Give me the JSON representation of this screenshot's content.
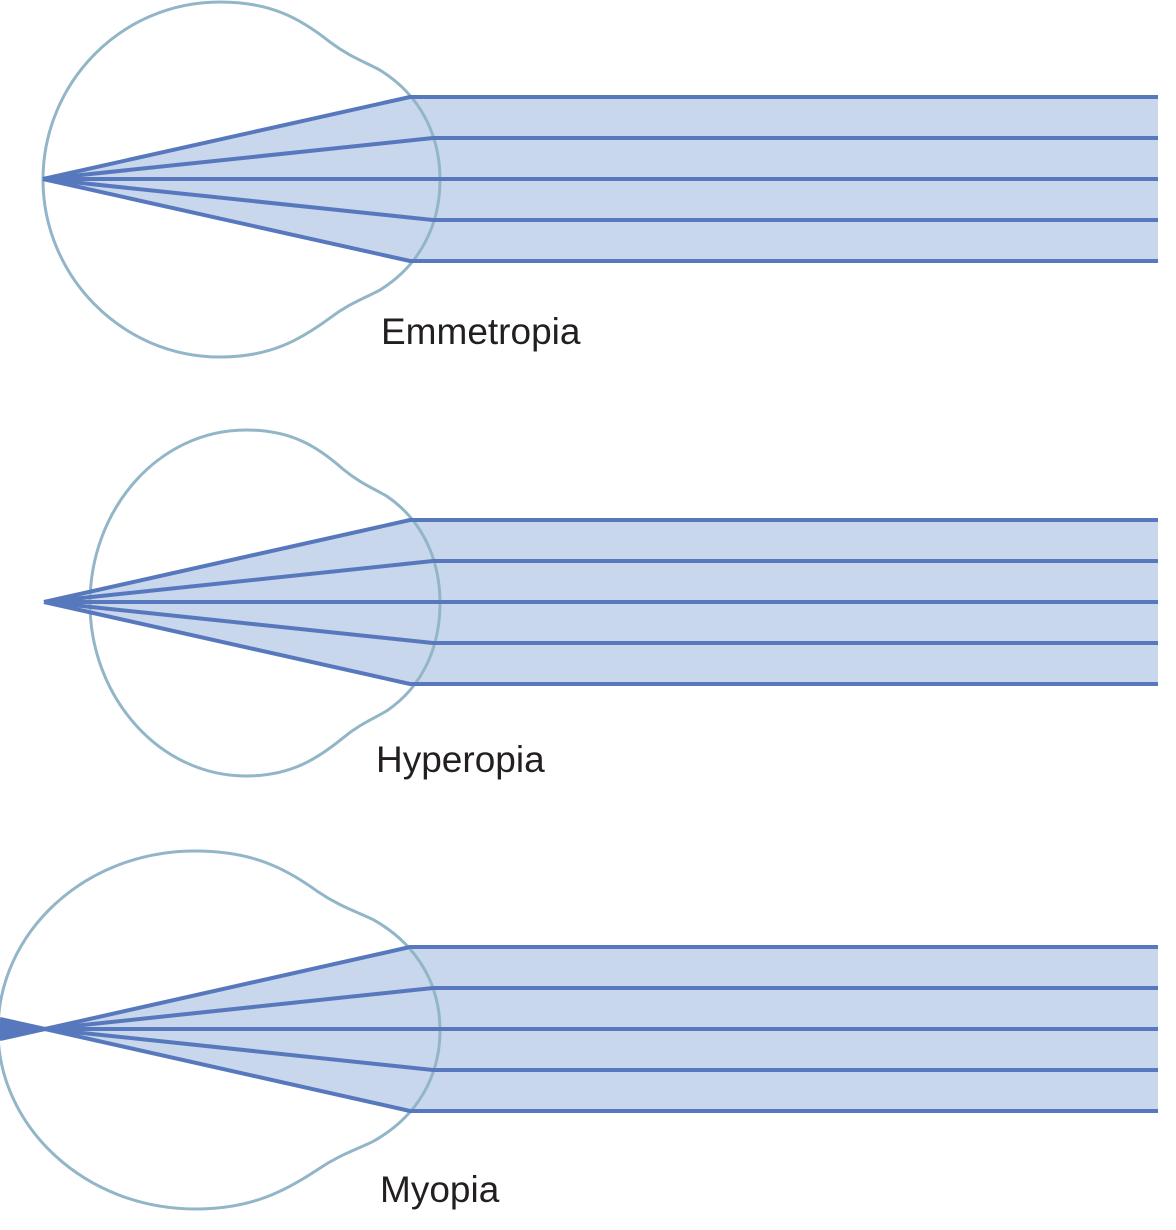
{
  "labels": {
    "emmetropia": "Emmetropia",
    "hyperopia": "Hyperopia",
    "myopia": "Myopia"
  },
  "colors": {
    "eye_outline": "#92b6c8",
    "ray": "#5878be",
    "beam_fill": "#c8d7ec"
  }
}
